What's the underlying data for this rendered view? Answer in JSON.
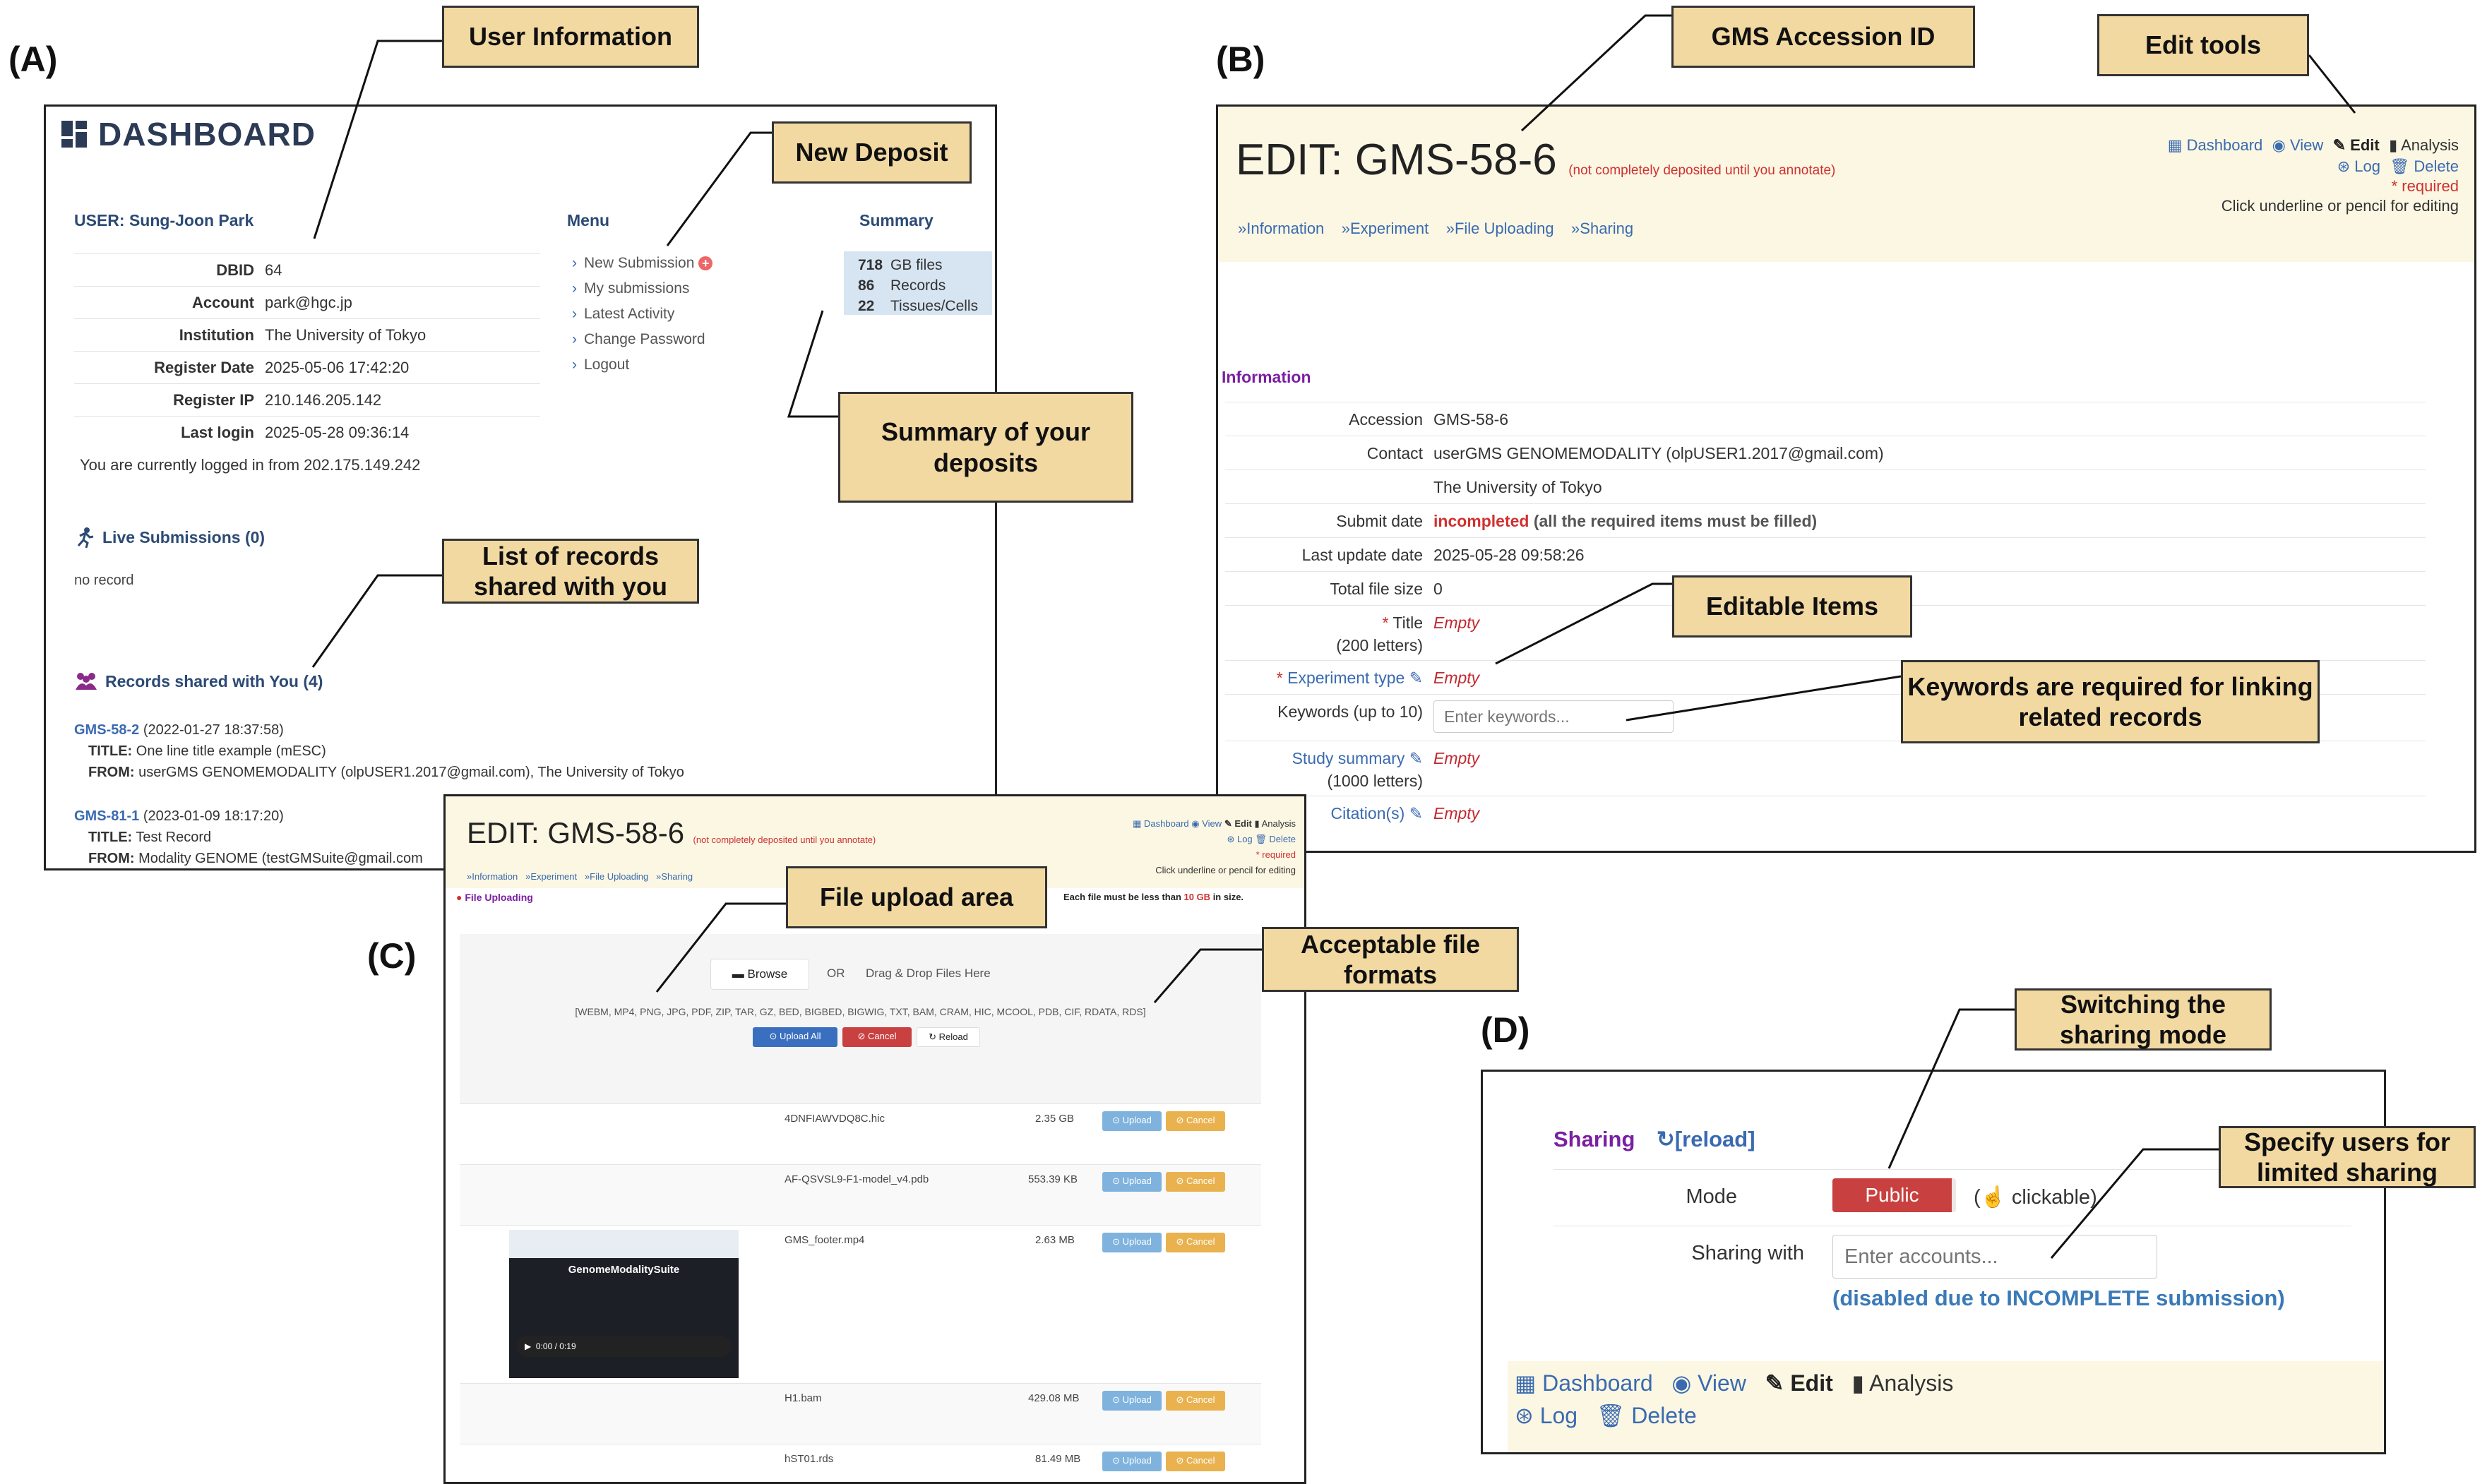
{
  "panel_labels": {
    "a": "(A)",
    "b": "(B)",
    "c": "(C)",
    "d": "(D)"
  },
  "callouts": {
    "user_info": "User Information",
    "new_deposit": "New Deposit",
    "summary": "Summary of your deposits",
    "list_records": "List of records shared with you",
    "accession": "GMS Accession ID",
    "edit_tools": "Edit tools",
    "editable": "Editable Items",
    "keywords": "Keywords are required for linking related records",
    "file_upload": "File upload area",
    "formats": "Acceptable file formats",
    "switching": "Switching the sharing mode",
    "specify_users": "Specify users for limited sharing"
  },
  "dashboard": {
    "title": "DASHBOARD",
    "user_header": "USER: Sung-Joon Park",
    "rows": [
      {
        "k": "DBID",
        "v": "64"
      },
      {
        "k": "Account",
        "v": "park@hgc.jp"
      },
      {
        "k": "Institution",
        "v": "The University of Tokyo"
      },
      {
        "k": "Register Date",
        "v": "2025-05-06 17:42:20"
      },
      {
        "k": "Register IP",
        "v": "210.146.205.142"
      },
      {
        "k": "Last login",
        "v": "2025-05-28 09:36:14"
      }
    ],
    "logged_from": "You are currently logged in from 202.175.149.242",
    "menu_title": "Menu",
    "menu": [
      "New Submission",
      "My submissions",
      "Latest Activity",
      "Change Password",
      "Logout"
    ],
    "summary_title": "Summary",
    "summary": [
      {
        "n": "718",
        "t": "GB files"
      },
      {
        "n": "86",
        "t": "Records"
      },
      {
        "n": "22",
        "t": "Tissues/Cells"
      }
    ],
    "live_title": "Live Submissions (0)",
    "no_record": "no record",
    "shared_title": "Records shared with You (4)",
    "records": [
      {
        "id": "GMS-58-2",
        "date": "(2022-01-27 18:37:58)",
        "title_k": "TITLE:",
        "title": "One line title example (mESC)",
        "from_k": "FROM:",
        "from": "userGMS GENOMEMODALITY (olpUSER1.2017@gmail.com), The University of Tokyo"
      },
      {
        "id": "GMS-81-1",
        "date": "(2023-01-09 18:17:20)",
        "title_k": "TITLE:",
        "title": "Test Record",
        "from_k": "FROM:",
        "from": "Modality GENOME (testGMSuite@gmail.com"
      }
    ]
  },
  "edit": {
    "title": "EDIT: GMS-58-6",
    "note": "(not completely deposited until you annotate)",
    "tools": {
      "dashboard": "Dashboard",
      "view": "View",
      "edit": "Edit",
      "analysis": "Analysis",
      "log": "Log",
      "delete": "Delete"
    },
    "required": "required",
    "hint": "Click underline or pencil for editing",
    "tabs": [
      "»Information",
      "»Experiment",
      "»File Uploading",
      "»Sharing"
    ],
    "section": "Information",
    "rows": {
      "accession_k": "Accession",
      "accession_v": "GMS-58-6",
      "contact_k": "Contact",
      "contact_v": "userGMS GENOMEMODALITY (olpUSER1.2017@gmail.com)",
      "inst_v": "The University of Tokyo",
      "submit_k": "Submit date",
      "submit_bold": "incompleted",
      "submit_rest": "(all the required items must be filled)",
      "update_k": "Last update date",
      "update_v": "2025-05-28 09:58:26",
      "size_k": "Total file size",
      "size_v": "0",
      "title_k": "Title",
      "title_sub": "(200 letters)",
      "exptype_k": "Experiment type",
      "keywords_k": "Keywords (up to 10)",
      "keywords_ph": "Enter keywords...",
      "study_k": "Study summary",
      "study_sub": "(1000 letters)",
      "citation_k": "Citation(s)",
      "empty": "Empty"
    }
  },
  "upload": {
    "title": "EDIT: GMS-58-6",
    "note": "(not completely deposited until you annotate)",
    "section": "File Uploading",
    "size_note_pre": "Each file must be less than ",
    "size_note_val": "10 GB",
    "size_note_post": " in size.",
    "browse": "Browse",
    "or": "OR",
    "drag": "Drag & Drop Files Here",
    "formats": "[WEBM, MP4, PNG, JPG, PDF, ZIP, TAR, GZ, BED, BIGBED, BIGWIG, TXT, BAM, CRAM, HIC, MCOOL, PDB, CIF, RDATA, RDS]",
    "upload_all": "Upload All",
    "cancel": "Cancel",
    "reload": "Reload",
    "files": [
      {
        "name": "4DNFIAWVDQ8C.hic",
        "size": "2.35 GB"
      },
      {
        "name": "AF-QSVSL9-F1-model_v4.pdb",
        "size": "553.39 KB"
      },
      {
        "name": "GMS_footer.mp4",
        "size": "2.63 MB"
      },
      {
        "name": "H1.bam",
        "size": "429.08 MB"
      },
      {
        "name": "hST01.rds",
        "size": "81.49 MB"
      }
    ],
    "btn_upload": "Upload",
    "btn_cancel": "Cancel",
    "video_text": "GenomeModalitySuite",
    "video_time": "0:00 / 0:19"
  },
  "sharing": {
    "title": "Sharing",
    "reload": "[reload]",
    "mode_k": "Mode",
    "mode_v": "Public",
    "clickable": "clickable",
    "with_k": "Sharing with",
    "with_ph": "Enter accounts...",
    "disabled": "(disabled due to INCOMPLETE submission)",
    "tools": {
      "dashboard": "Dashboard",
      "view": "View",
      "edit": "Edit",
      "analysis": "Analysis",
      "log": "Log",
      "delete": "Delete"
    }
  }
}
